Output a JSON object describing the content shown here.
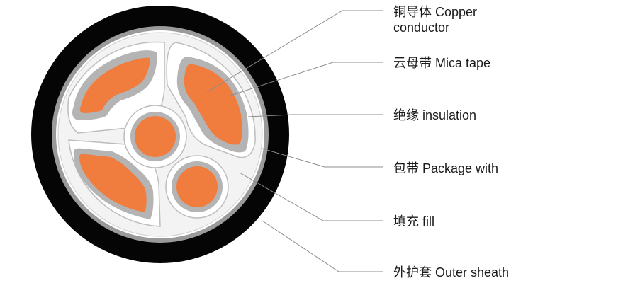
{
  "labels": [
    {
      "id": "copper",
      "line1": "铜导体 Copper",
      "line2": "conductor"
    },
    {
      "id": "mica",
      "line1": "云母带 Mica tape"
    },
    {
      "id": "insulation",
      "line1": "绝缘 insulation"
    },
    {
      "id": "package",
      "line1": "包带 Package with"
    },
    {
      "id": "fill",
      "line1": "填充 fill"
    },
    {
      "id": "sheath",
      "line1": "外护套 Outer sheath"
    }
  ],
  "colors": {
    "sheath": "#050505",
    "package_ring": "#9a9a9a",
    "filler": "#f3f3f3",
    "mica_tape": "#b4b4b4",
    "conductor": "#f07c3e",
    "leader_line": "#8c8c8c"
  }
}
